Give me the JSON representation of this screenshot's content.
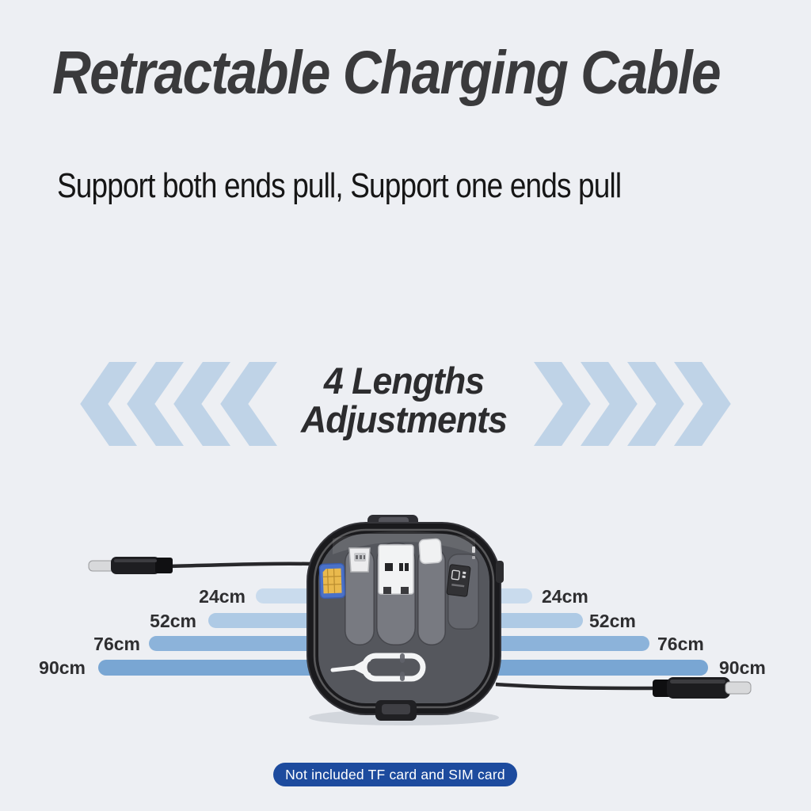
{
  "title": "Retractable Charging Cable",
  "subtitle": "Support both ends pull, Support one ends pull",
  "feature": {
    "line1": "4 Lengths",
    "line2": "Adjustments"
  },
  "lengths": {
    "unit": "cm",
    "values": [
      24,
      52,
      76,
      90
    ],
    "labels": [
      "24cm",
      "52cm",
      "76cm",
      "90cm"
    ],
    "bar_colors": [
      "#c9dbed",
      "#aecae5",
      "#8cb3da",
      "#79a6d3"
    ]
  },
  "footnote": "Not included TF card and SIM card",
  "colors": {
    "background": "#edeff3",
    "chevron": "#bfd3e7",
    "pill_bg": "#1d4b9e",
    "title_text": "#3a3a3c",
    "label_text": "#2e2e30",
    "sim_body": "#4a71c8",
    "sim_contacts": "#e9b94d",
    "cable": "#28282b"
  },
  "device": {
    "parts": [
      "retractable-cable-case",
      "sim-card",
      "micro-usb-connector",
      "usb-a-connector",
      "lightning-connector",
      "tf-card",
      "sim-eject-tool",
      "usb-c-plug-left",
      "usb-c-plug-right"
    ]
  }
}
